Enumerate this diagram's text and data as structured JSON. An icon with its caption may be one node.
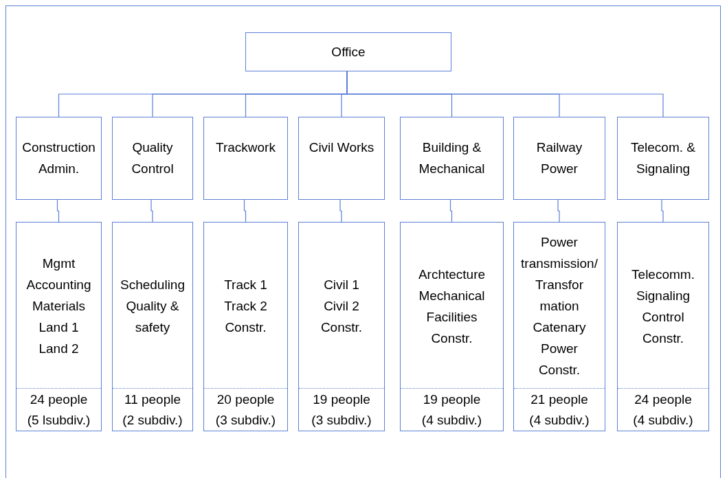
{
  "diagram": {
    "nodes": [
      {
        "text": [
          "Office"
        ]
      },
      {
        "text": [
          "Construction Admin."
        ]
      },
      {
        "text": [
          "Quality Control"
        ]
      },
      {
        "text": [
          "Trackwork"
        ]
      },
      {
        "text": [
          "Civil Works"
        ]
      },
      {
        "text": [
          "Building & Mechanical"
        ]
      },
      {
        "text": [
          "Railway Power"
        ]
      },
      {
        "text": [
          "Telecom. & Signaling"
        ]
      },
      {
        "text": [
          "Mgmt",
          "Accounting",
          "Materials",
          "Land 1",
          "Land 2",
          "24 people (5 lsubdiv.)"
        ]
      },
      {
        "text": [
          "Scheduling",
          "Quality & safety",
          "11 people (2 subdiv.)"
        ]
      },
      {
        "text": [
          "Track 1",
          "Track 2",
          "Constr.",
          "20 people (3 subdiv.)"
        ]
      },
      {
        "text": [
          "Civil 1",
          "Civil 2",
          "Constr.",
          "19 people (3 subdiv.)"
        ]
      },
      {
        "text": [
          "Archtecture",
          "Mechanical",
          "Facilities",
          "Constr.",
          "19 people (4 subdiv.)"
        ]
      },
      {
        "text": [
          "Power transmission/ Transfor mation",
          "Catenary",
          "Power",
          "Constr.",
          "21 people (4 subdiv.)"
        ]
      },
      {
        "text": [
          "Telecomm.",
          "Signaling",
          "Control",
          "Constr.",
          "24 people (4 subdiv.)"
        ]
      }
    ],
    "edges": [
      {
        "from": 0,
        "to": 1,
        "arrow": "none"
      },
      {
        "from": 0,
        "to": 2,
        "arrow": "none"
      },
      {
        "from": 0,
        "to": 3,
        "arrow": "none"
      },
      {
        "from": 0,
        "to": 4,
        "arrow": "none"
      },
      {
        "from": 0,
        "to": 5,
        "arrow": "none"
      },
      {
        "from": 0,
        "to": 6,
        "arrow": "none"
      },
      {
        "from": 0,
        "to": 7,
        "arrow": "none"
      },
      {
        "from": 1,
        "to": 8,
        "arrow": "none"
      },
      {
        "from": 2,
        "to": 9,
        "arrow": "none"
      },
      {
        "from": 3,
        "to": 10,
        "arrow": "none"
      },
      {
        "from": 4,
        "to": 11,
        "arrow": "none"
      },
      {
        "from": 5,
        "to": 12,
        "arrow": "none"
      },
      {
        "from": 6,
        "to": 13,
        "arrow": "none"
      },
      {
        "from": 7,
        "to": 14,
        "arrow": "none"
      }
    ]
  }
}
